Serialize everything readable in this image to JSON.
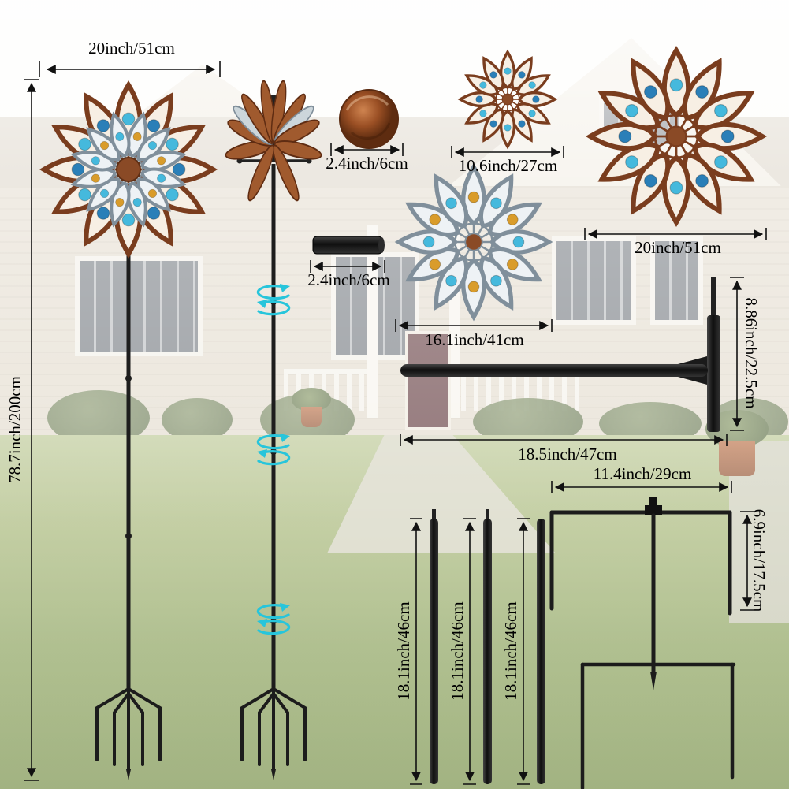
{
  "product_diagram": {
    "colors": {
      "rotation_arrow_accent": "#27c5db",
      "copper": "#8a4a26",
      "silver": "#aeb9c0",
      "metal_black": "#1c1c1c",
      "grass_green": "#8aa05a"
    },
    "dimensions": {
      "spinner_head_width": "20inch/51cm",
      "total_height": "78.7inch/200cm",
      "cap_diameter": "2.4inch/6cm",
      "small_flower_diameter": "10.6inch/27cm",
      "large_flower_diameter": "20inch/51cm",
      "connector_length": "2.4inch/6cm",
      "medium_flower_diameter": "16.1inch/41cm",
      "ground_stake_arm_length": "18.5inch/47cm",
      "ground_stake_height": "8.86inch/22.5cm",
      "pole_1_length": "18.1inch/46cm",
      "pole_2_length": "18.1inch/46cm",
      "pole_3_length": "18.1inch/46cm",
      "base_width": "11.4inch/29cm",
      "base_height": "6.9inch/17.5cm"
    }
  }
}
